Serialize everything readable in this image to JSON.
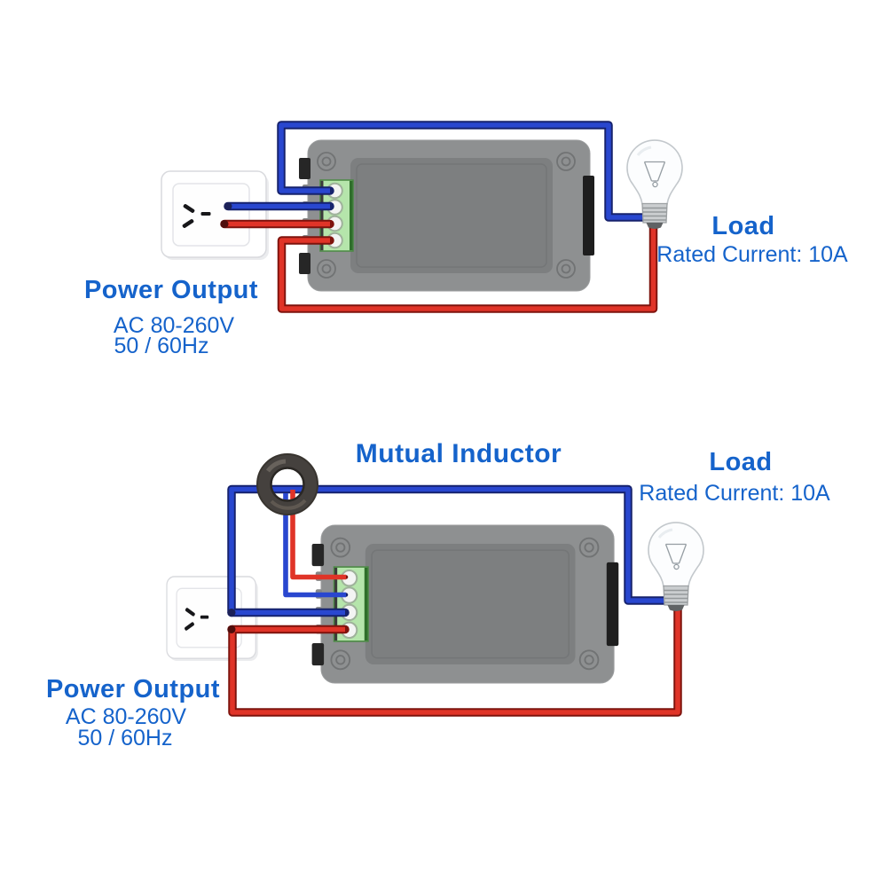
{
  "colors": {
    "label_blue": "#1563cb",
    "wire_blue": "#2947cf",
    "wire_red": "#e03428",
    "meter_gray": "#8e9091",
    "terminal_green": "#b5e5ab"
  },
  "top_diagram": {
    "source": {
      "title": "Power Output",
      "voltage": "AC 80-260V",
      "frequency": "50 / 60Hz"
    },
    "load": {
      "title": "Load",
      "rating": "Rated Current: 10A"
    }
  },
  "bottom_diagram": {
    "inductor_label": "Mutual Inductor",
    "source": {
      "title": "Power Output",
      "voltage": "AC 80-260V",
      "frequency": "50 / 60Hz"
    },
    "load": {
      "title": "Load",
      "rating": "Rated Current: 10A"
    }
  },
  "shapes": [
    "wall-socket",
    "power-meter",
    "terminal-block",
    "light-bulb",
    "current-transformer"
  ]
}
